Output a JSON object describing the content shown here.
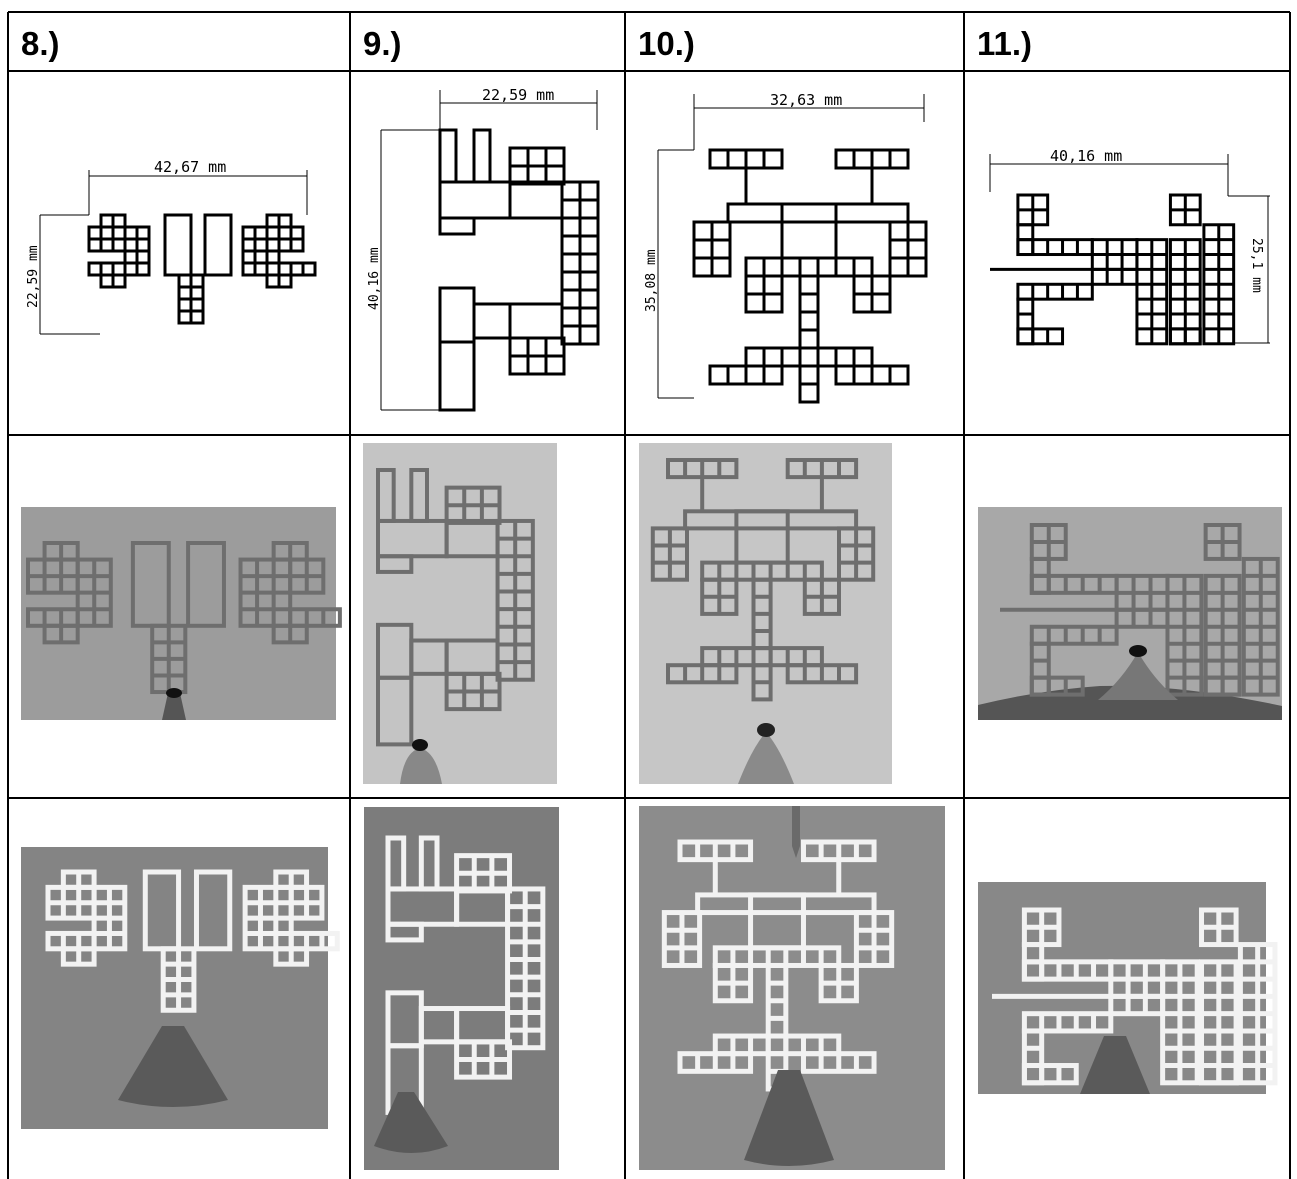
{
  "headers": [
    "8.)",
    "9.)",
    "10.)",
    "11.)"
  ],
  "drawings": {
    "d8": {
      "width_label": "42,67 mm",
      "height_label": "22,59 mm"
    },
    "d9": {
      "width_label": "22,59 mm",
      "height_label": "40,16 mm"
    },
    "d10": {
      "width_label": "32,63 mm",
      "height_label": "35,08 mm"
    },
    "d11": {
      "width_label": "40,16 mm",
      "height_label": "25,1 mm"
    }
  },
  "photo_backgrounds": {
    "row2": [
      "#9c9c9c",
      "#c4c4c4",
      "#c6c6c6",
      "#a8a8a8"
    ],
    "row3": [
      "#848484",
      "#7c7c7c",
      "#8c8c8c",
      "#888888"
    ]
  },
  "colors": {
    "border": "#000000",
    "drawing_line": "#000000",
    "print_green": "#6e6e6e",
    "print_sintered": "#f2f2f2",
    "cone": "#5a5a5a"
  }
}
